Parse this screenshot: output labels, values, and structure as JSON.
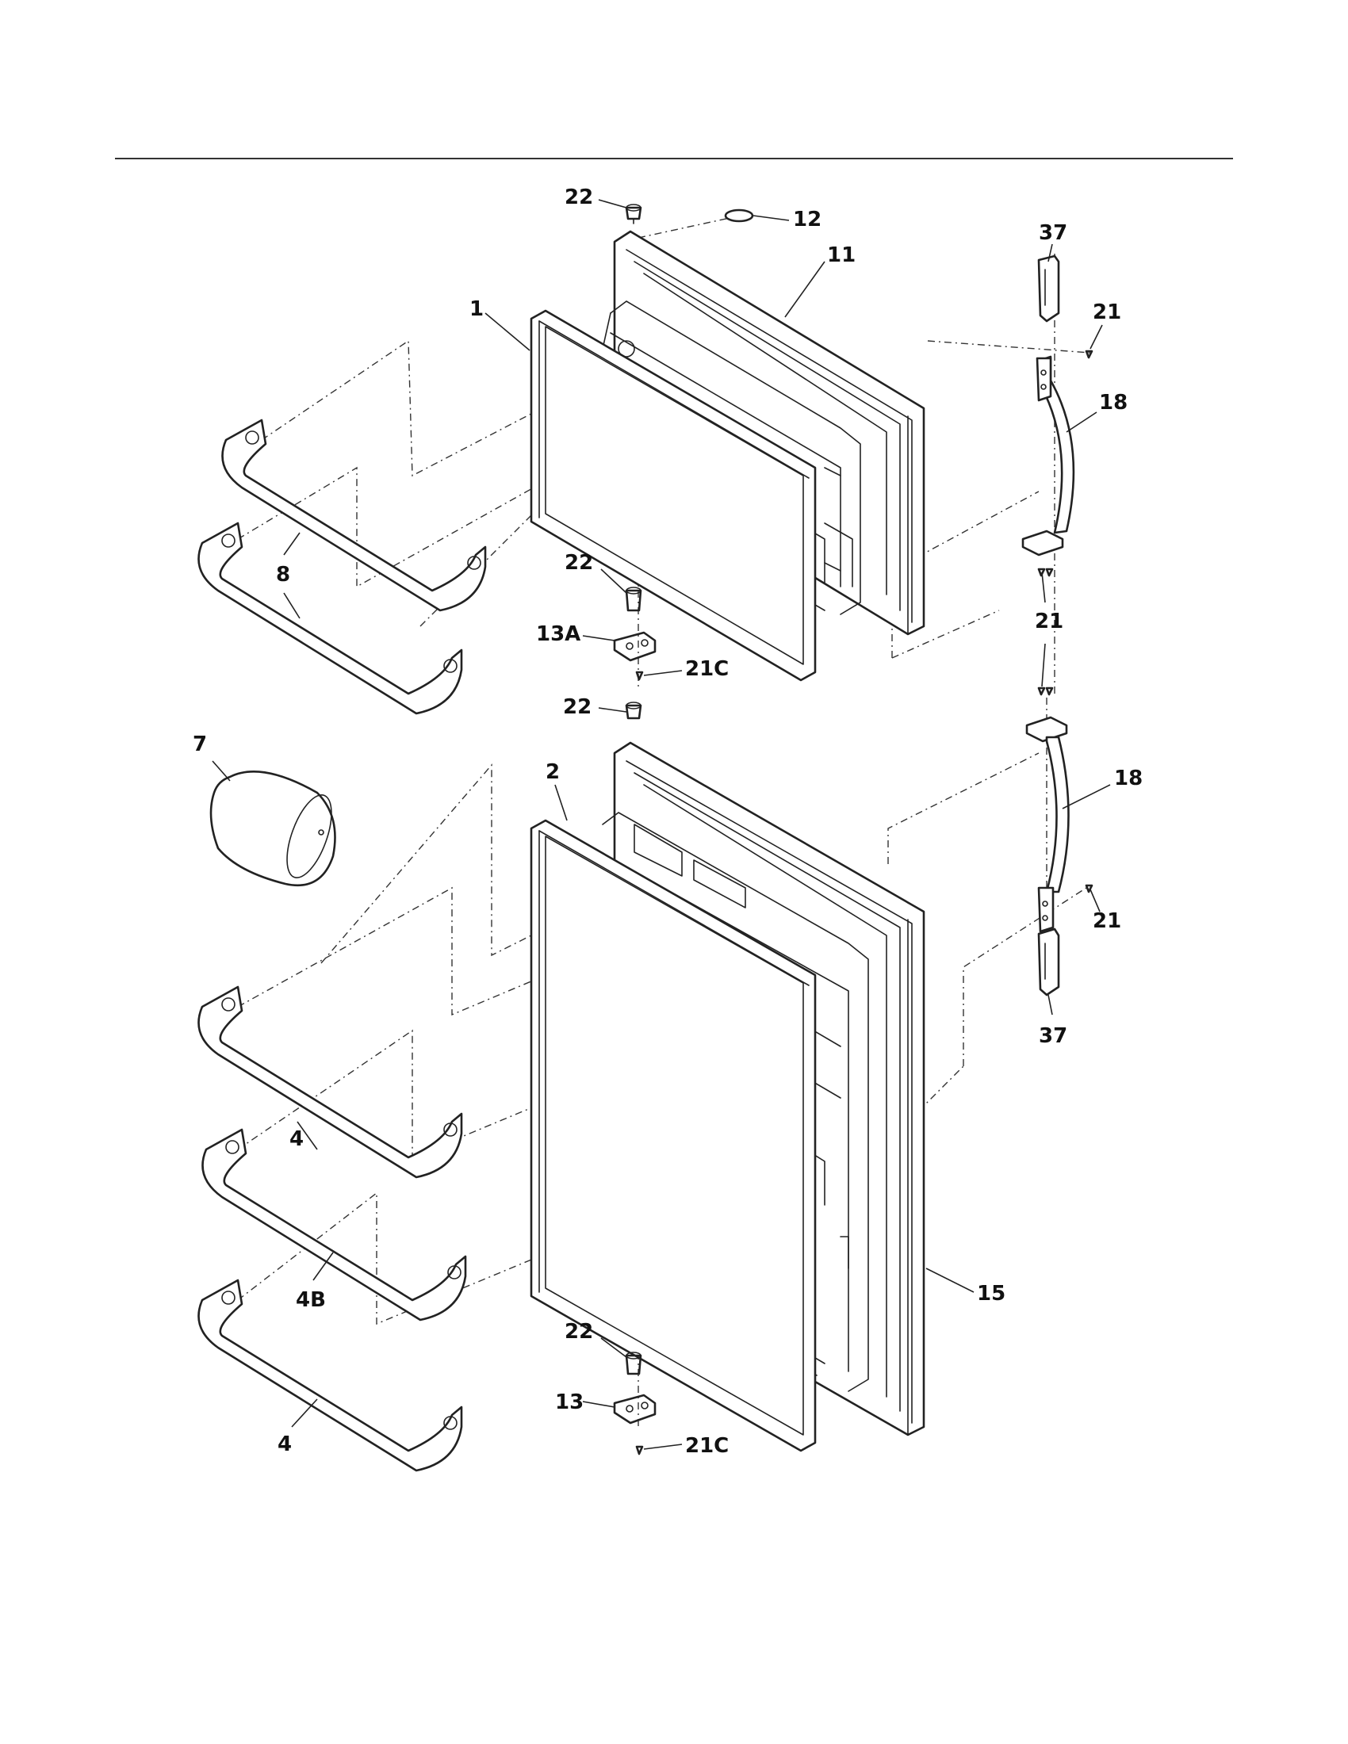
{
  "colors": {
    "line": "#222222",
    "background": "#ffffff"
  },
  "callouts": {
    "c22a": "22",
    "c12": "12",
    "c11": "11",
    "c1": "1",
    "c37a": "37",
    "c21a": "21",
    "c18a": "18",
    "c8": "8",
    "c22b": "22",
    "c13a": "13A",
    "c21ca": "21C",
    "c21b": "21",
    "c22c": "22",
    "c7": "7",
    "c2": "2",
    "c18b": "18",
    "c21c": "21",
    "c37b": "37",
    "c4a": "4",
    "c4b": "4B",
    "c4c": "4",
    "c15": "15",
    "c22d": "22",
    "c13": "13",
    "c21cb": "21C"
  }
}
